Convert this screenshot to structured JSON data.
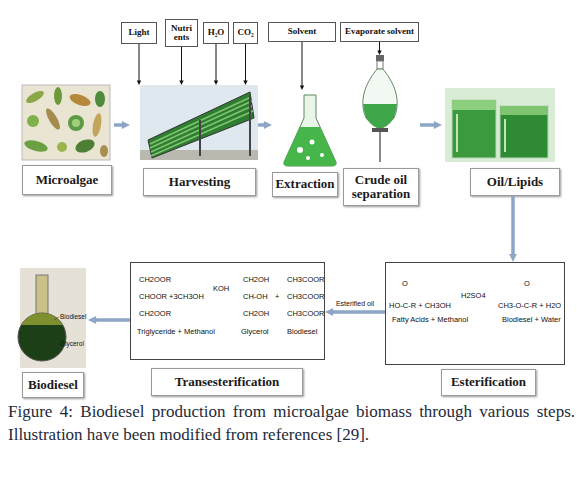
{
  "diagram": {
    "caption": "Figure 4: Biodiesel production from microalgae biomass through various steps. Illustration have been modified from references [29].",
    "nodes": [
      {
        "text": [
          "Light"
        ]
      },
      {
        "text": [
          "Nutri ents"
        ]
      },
      {
        "text": [
          "H₂O"
        ]
      },
      {
        "text": [
          "CO₂"
        ]
      },
      {
        "text": [
          "Solvent"
        ]
      },
      {
        "text": [
          "Evaporate solvent"
        ]
      },
      {
        "text": [
          "Microalgae"
        ]
      },
      {
        "text": [
          "Harvesting"
        ]
      },
      {
        "text": [
          "Extraction"
        ]
      },
      {
        "text": [
          "Crude oil separation"
        ]
      },
      {
        "text": [
          "Oil/Lipids"
        ]
      },
      {
        "text": [
          "O",
          "HO-C-R + CH3OH",
          "H2SO4",
          "O",
          "CH3-O-C-R + H2O",
          "Fatty Acids + Methanol",
          "Biodiesel + Water",
          "Esterification"
        ]
      },
      {
        "text": [
          "CH2OOR",
          "CHOOR +3CH3OH",
          "CH2OOR",
          "KOH",
          "CH2OH",
          "CH-OH",
          "CH2OH",
          "+",
          "CH3COOR",
          "CH3COOR",
          "CH3COOR",
          "Triglyceride + Methanol",
          "Glycerol",
          "Biodiesel",
          "Transesterification"
        ]
      },
      {
        "text": [
          "Biodiesel"
        ]
      }
    ],
    "edges": [
      {
        "from": 0,
        "to": 7,
        "arrow": "to"
      },
      {
        "from": 1,
        "to": 7,
        "arrow": "to"
      },
      {
        "from": 2,
        "to": 7,
        "arrow": "to"
      },
      {
        "from": 3,
        "to": 7,
        "arrow": "to"
      },
      {
        "from": 6,
        "to": 7,
        "arrow": "to"
      },
      {
        "from": 7,
        "to": 8,
        "arrow": "to"
      },
      {
        "from": 4,
        "to": 8,
        "arrow": "to"
      },
      {
        "from": 5,
        "to": 9,
        "arrow": "to"
      },
      {
        "from": 9,
        "to": 10,
        "arrow": "to"
      },
      {
        "from": 10,
        "to": 11,
        "arrow": "to"
      },
      {
        "from": 11,
        "to": 12,
        "label": "Esterified oil",
        "arrow": "to"
      },
      {
        "from": 12,
        "to": 13,
        "arrow": "to"
      }
    ],
    "labels": [
      "Biodiesel",
      "Glycerol"
    ]
  }
}
